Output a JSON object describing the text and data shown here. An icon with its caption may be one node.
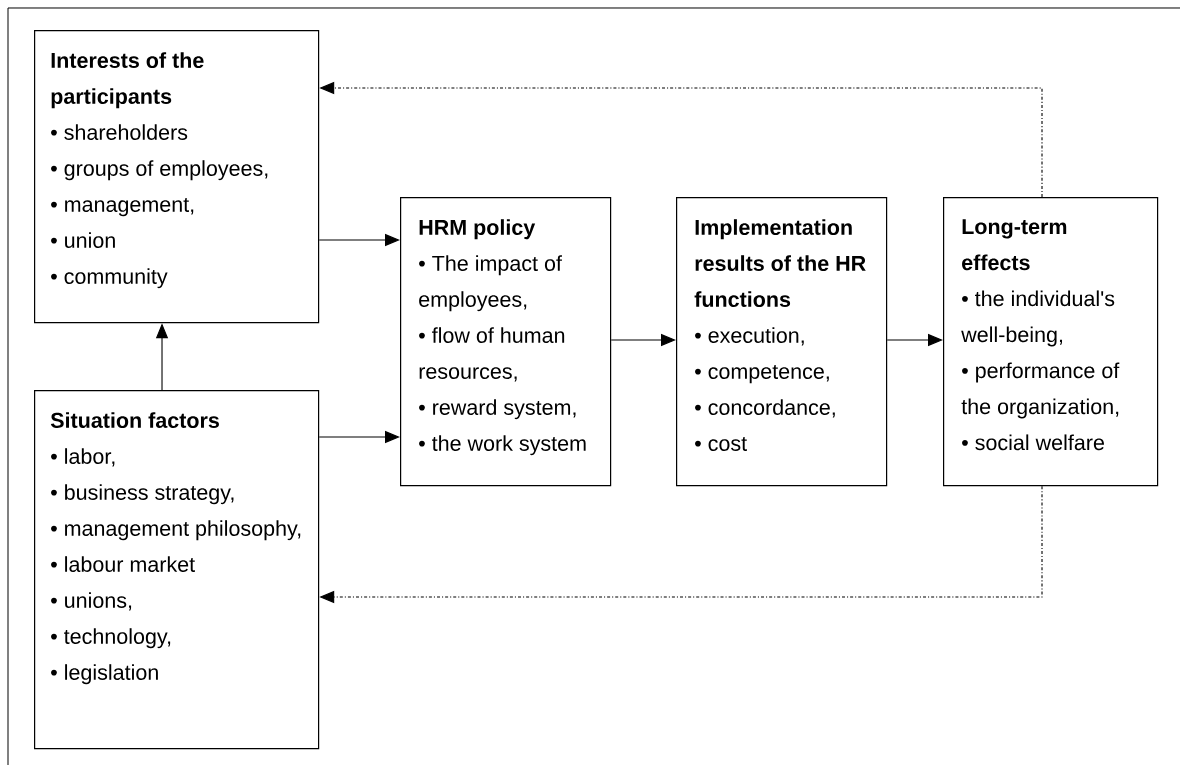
{
  "diagram": {
    "nodes": [
      {
        "text": [
          "Interests of the participants",
          "• shareholders",
          "• groups of employees,",
          "• management,",
          "• union",
          "• community"
        ]
      },
      {
        "text": [
          "Situation factors",
          "• labor,",
          "• business strategy,",
          "• management philosophy,",
          "• labour market",
          "• unions,",
          "• technology,",
          "• legislation"
        ]
      },
      {
        "text": [
          "HRM policy",
          "• The impact of employees,",
          "• flow of human resources,",
          "• reward system,",
          "• the work system"
        ]
      },
      {
        "text": [
          "Implementation results of the HR functions",
          "• execution,",
          "• competence,",
          "• concordance,",
          "• cost"
        ]
      },
      {
        "text": [
          "Long-term effects",
          "• the individual's well-being,",
          "• performance of the organization,",
          "• social welfare"
        ]
      }
    ],
    "edges": [
      {
        "from": 0,
        "to": 2,
        "arrow": "to"
      },
      {
        "from": 1,
        "to": 2,
        "arrow": "to"
      },
      {
        "from": 1,
        "to": 0,
        "arrow": "to"
      },
      {
        "from": 2,
        "to": 3,
        "arrow": "to"
      },
      {
        "from": 3,
        "to": 4,
        "arrow": "to"
      },
      {
        "from": 4,
        "to": 0,
        "arrow": "to",
        "style": "dashed"
      },
      {
        "from": 4,
        "to": 1,
        "arrow": "to",
        "style": "dashed"
      }
    ]
  }
}
